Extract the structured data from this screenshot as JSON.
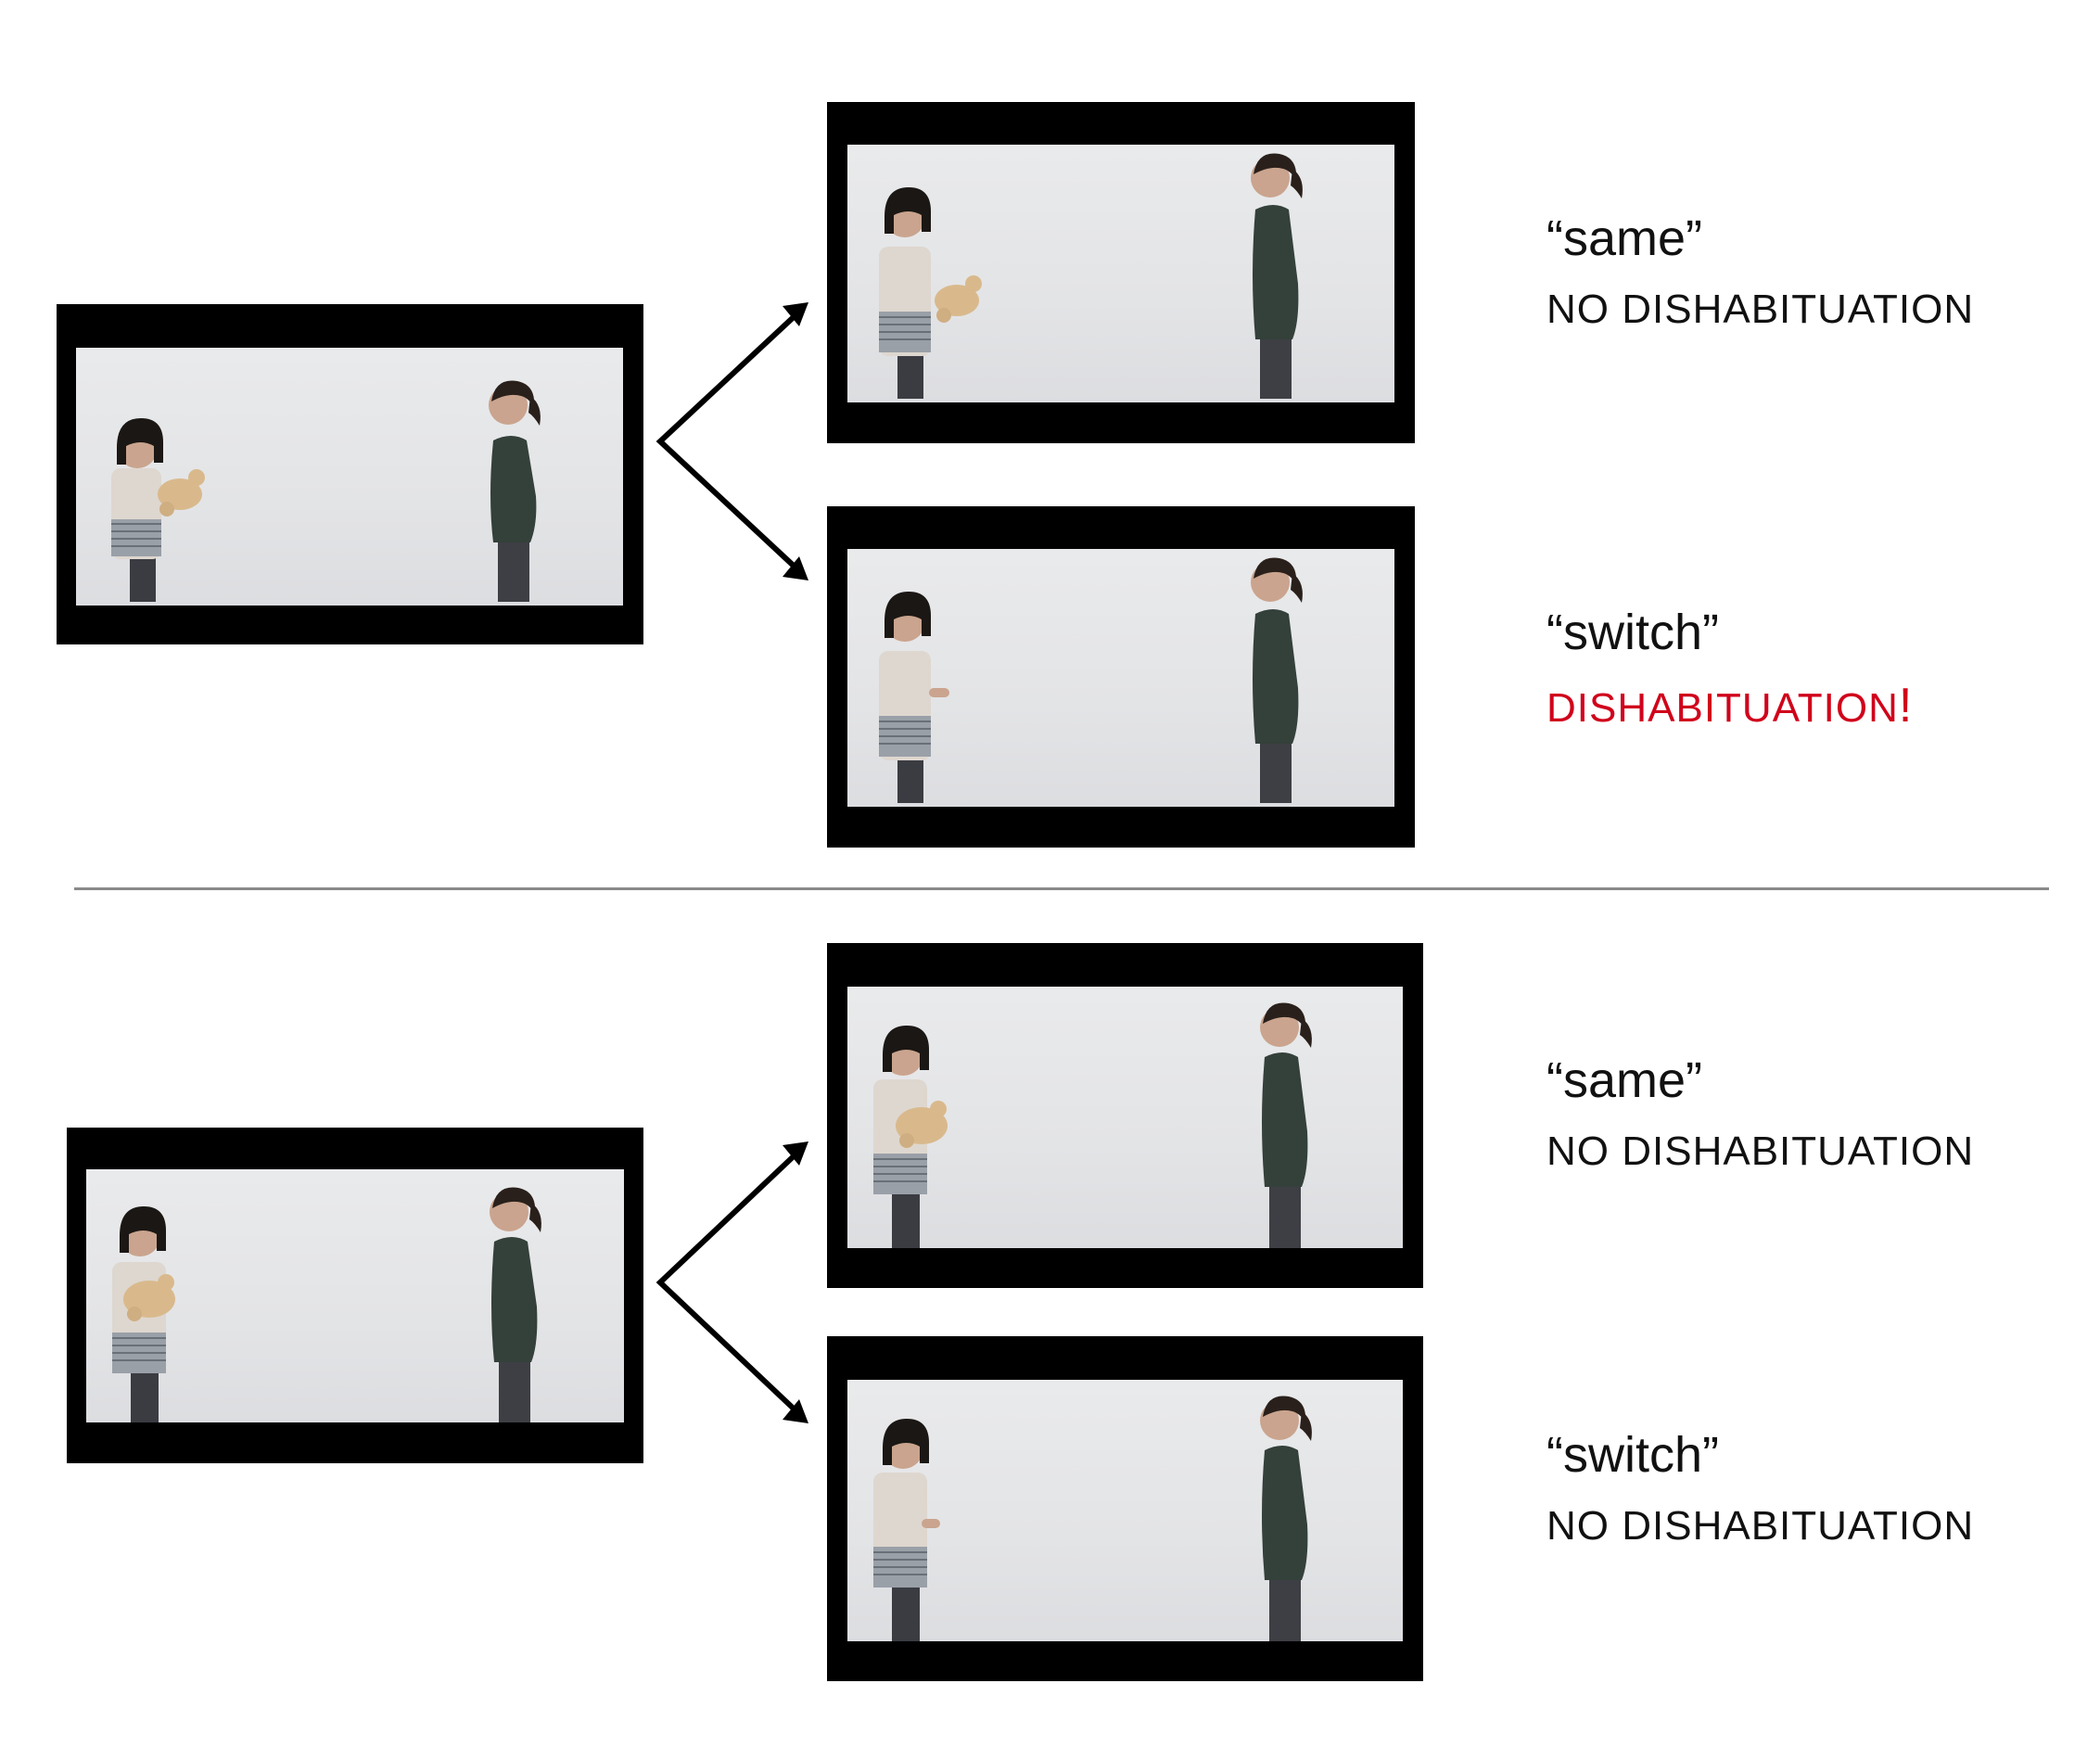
{
  "colors": {
    "frame": "#000000",
    "divider": "#8a8a8a",
    "text": "#111111",
    "highlight": "#d0021b"
  },
  "panels": [
    {
      "habituation": {
        "actor_left_holds": "teddy bear",
        "bear_position": "in front"
      },
      "outcomes": [
        {
          "label": "“same”",
          "result": "NO DISHABITUATION",
          "result_suffix": "",
          "highlight": false,
          "actor_left_holds": "teddy bear",
          "bear_position": "in front"
        },
        {
          "label": "“switch”",
          "result": "DISHABITUATION",
          "result_suffix": "!",
          "highlight": true,
          "actor_left_holds": "nothing",
          "bear_position": "none"
        }
      ]
    },
    {
      "habituation": {
        "actor_left_holds": "teddy bear",
        "bear_position": "at chest"
      },
      "outcomes": [
        {
          "label": "“same”",
          "result": "NO DISHABITUATION",
          "result_suffix": "",
          "highlight": false,
          "actor_left_holds": "teddy bear",
          "bear_position": "at chest"
        },
        {
          "label": "“switch”",
          "result": "NO DISHABITUATION",
          "result_suffix": "",
          "highlight": false,
          "actor_left_holds": "nothing",
          "bear_position": "none"
        }
      ]
    }
  ],
  "icons": [
    "arrow-icon"
  ]
}
